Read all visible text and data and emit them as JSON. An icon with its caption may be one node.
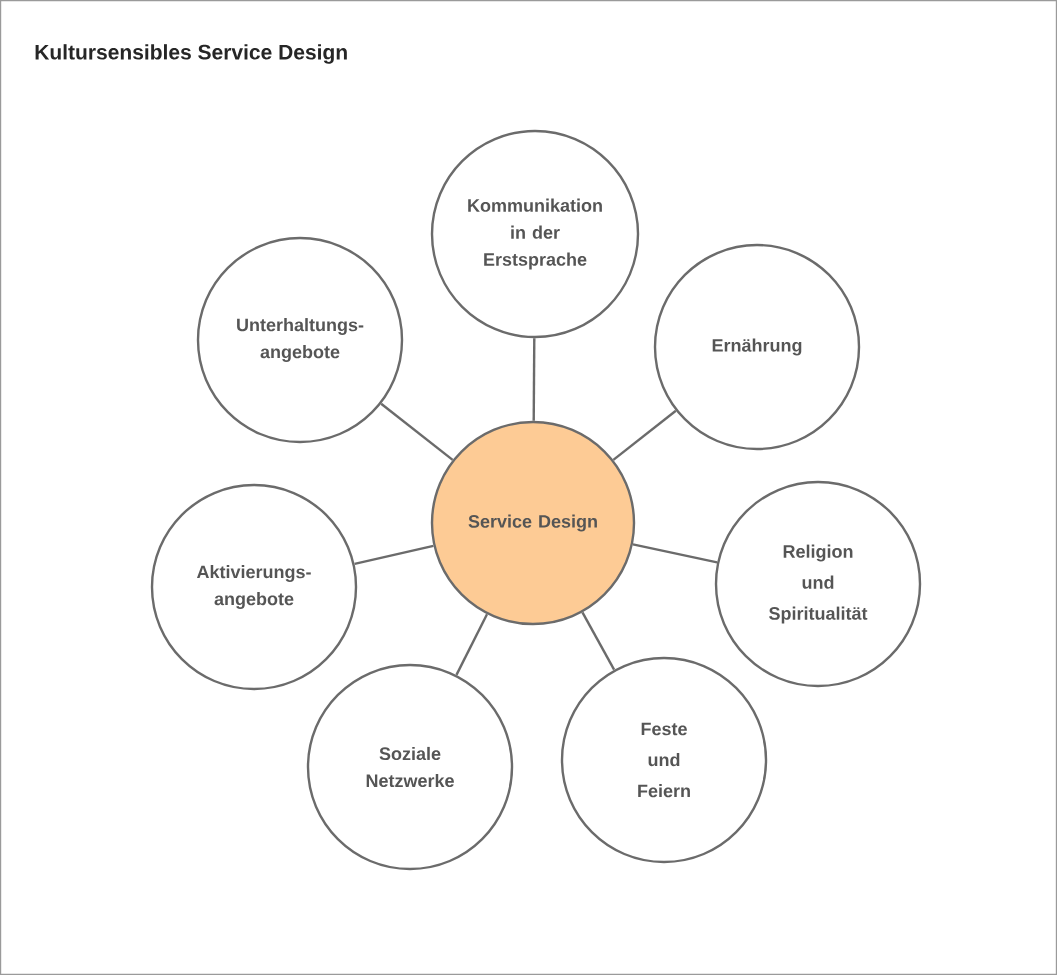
{
  "diagram": {
    "title": "Kultursensibles Service Design",
    "nodes": [
      {
        "text": [
          "Service Design"
        ]
      },
      {
        "text": [
          "Kommunikation in der Erstsprache"
        ]
      },
      {
        "text": [
          "Unterhaltungs- angebote"
        ]
      },
      {
        "text": [
          "Ernährung"
        ]
      },
      {
        "text": [
          "Religion und Spiritualität"
        ]
      },
      {
        "text": [
          "Aktivierungs- angebote"
        ]
      },
      {
        "text": [
          "Feste und Feiern"
        ]
      },
      {
        "text": [
          "Soziale Netzwerke"
        ]
      }
    ],
    "edges": [
      {
        "from": 0,
        "to": 1,
        "arrow": "none"
      },
      {
        "from": 0,
        "to": 2,
        "arrow": "none"
      },
      {
        "from": 0,
        "to": 3,
        "arrow": "none"
      },
      {
        "from": 0,
        "to": 4,
        "arrow": "none"
      },
      {
        "from": 0,
        "to": 5,
        "arrow": "none"
      },
      {
        "from": 0,
        "to": 6,
        "arrow": "none"
      },
      {
        "from": 0,
        "to": 7,
        "arrow": "none"
      }
    ]
  }
}
